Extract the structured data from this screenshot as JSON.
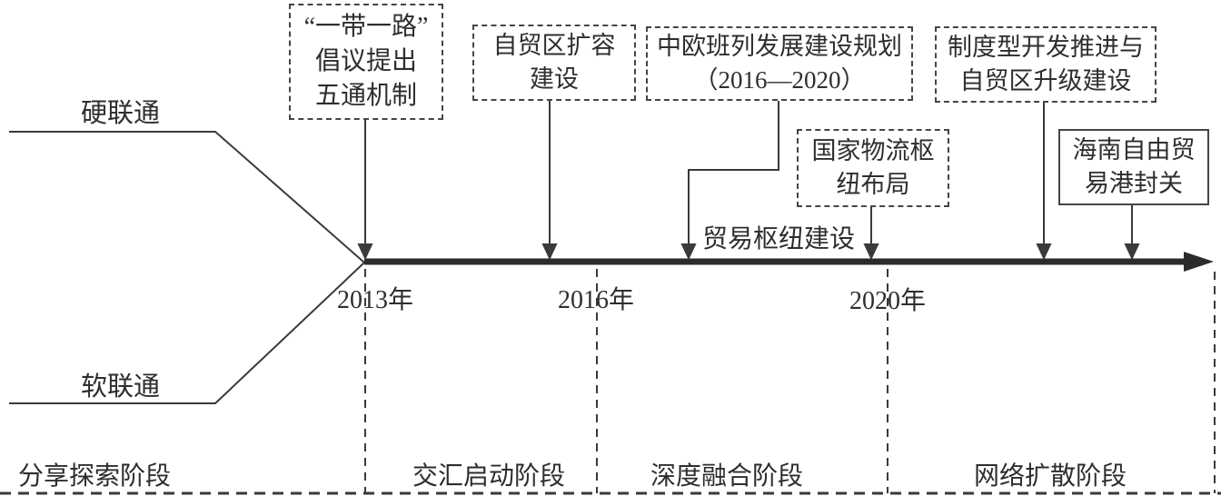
{
  "colors": {
    "line": "#3a3a3a",
    "text": "#2e2e2e",
    "background": "#ffffff"
  },
  "connectivity": {
    "hard": "硬联通",
    "soft": "软联通"
  },
  "events": {
    "belt_and_road": {
      "line1": "“一带一路”",
      "line2": "倡议提出",
      "line3": "五通机制"
    },
    "ftz_expansion": {
      "line1": "自贸区扩容",
      "line2": "建设"
    },
    "china_europe_railway": {
      "line1": "中欧班列发展建设规划",
      "line2": "（2016—2020）"
    },
    "institutional_opening": {
      "line1": "制度型开发推进与",
      "line2": "自贸区升级建设"
    },
    "logistics_hub": {
      "line1": "国家物流枢",
      "line2": "纽布局"
    },
    "hainan_port": {
      "line1": "海南自由贸",
      "line2": "易港封关"
    }
  },
  "timeline": {
    "trade_hub_label": "贸易枢纽建设",
    "years": {
      "y2013": "2013年",
      "y2016": "2016年",
      "y2020": "2020年"
    }
  },
  "phases": {
    "phase1": "分享探索阶段",
    "phase2": "交汇启动阶段",
    "phase3": "深度融合阶段",
    "phase4": "网络扩散阶段"
  }
}
